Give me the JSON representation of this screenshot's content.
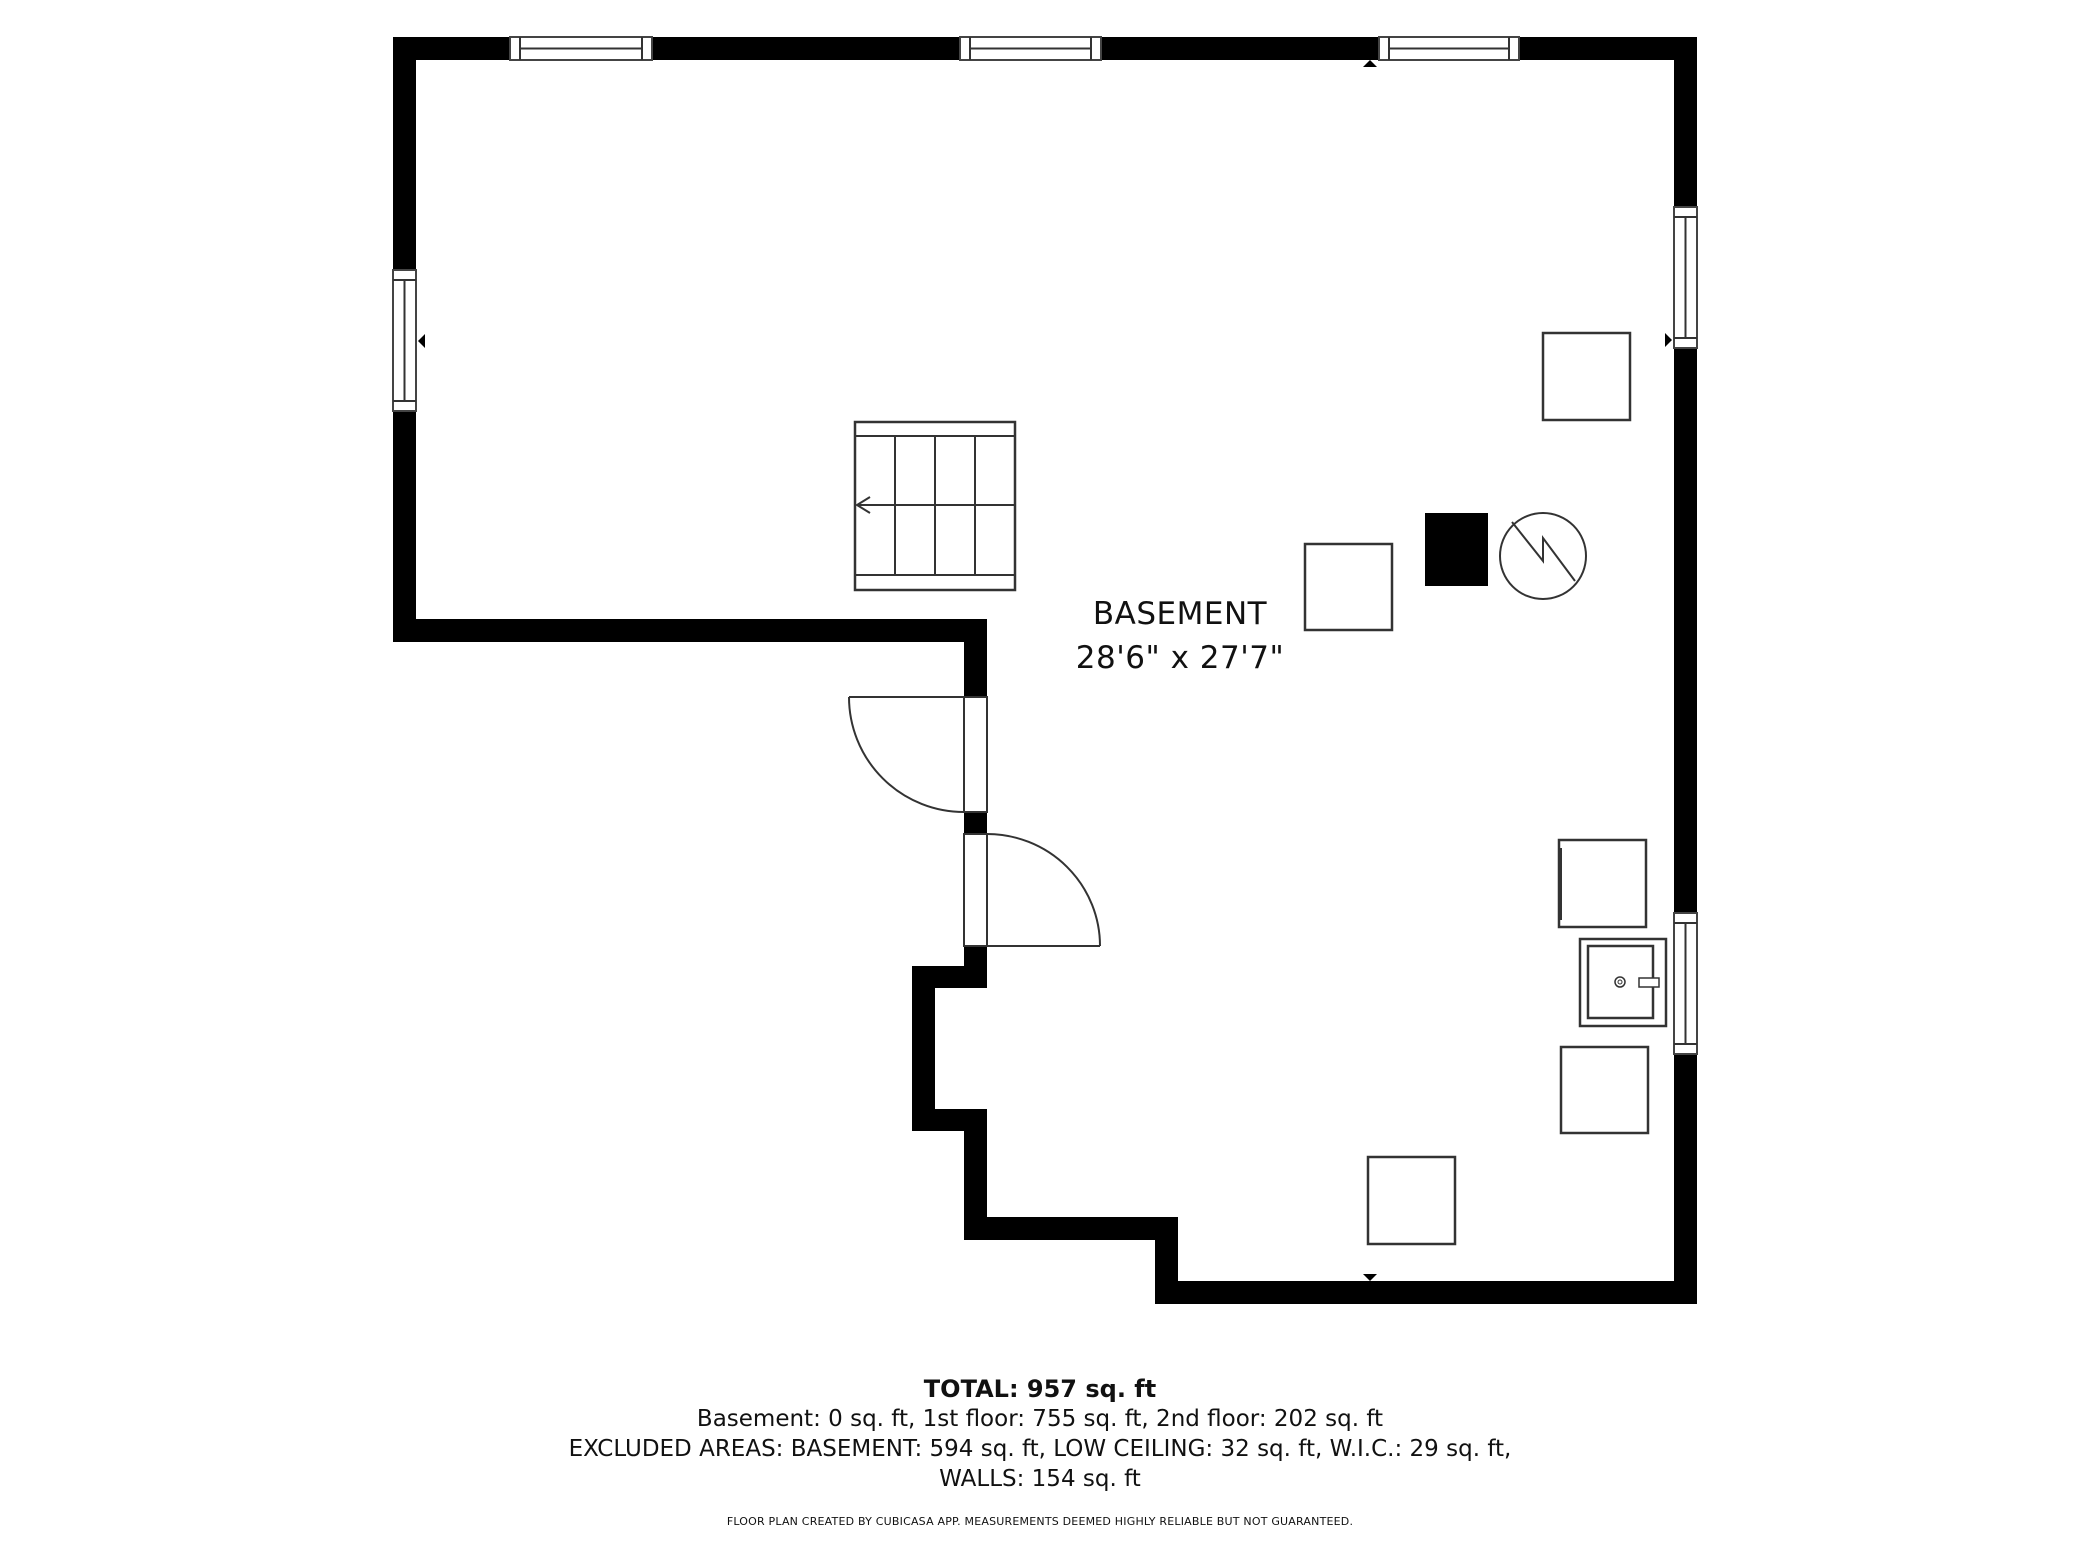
{
  "plan": {
    "room": {
      "name": "BASEMENT",
      "dimensions": "28'6\" x 27'7\""
    },
    "symbols": {
      "stairs": "stairs-icon",
      "doors": [
        "door-swing-icon",
        "door-swing-icon"
      ],
      "windows": 6,
      "water_heater": "water-heater-icon",
      "chimney": "chimney-icon",
      "sink": "utility-sink-icon",
      "appliances": [
        "washer-icon",
        "dryer-icon"
      ],
      "boxes": 4
    },
    "colors": {
      "wall": "#000000",
      "background": "#ffffff",
      "line": "#333333"
    }
  },
  "footer": {
    "total": "TOTAL: 957 sq. ft",
    "floors": "Basement: 0 sq. ft, 1st floor: 755 sq. ft, 2nd floor: 202 sq. ft",
    "excluded": "EXCLUDED AREAS: BASEMENT: 594 sq. ft, LOW CEILING: 32 sq. ft, W.I.C.: 29 sq. ft,",
    "walls": "WALLS: 154 sq. ft",
    "credit": "FLOOR PLAN CREATED BY CUBICASA APP. MEASUREMENTS DEEMED HIGHLY RELIABLE BUT NOT GUARANTEED."
  }
}
